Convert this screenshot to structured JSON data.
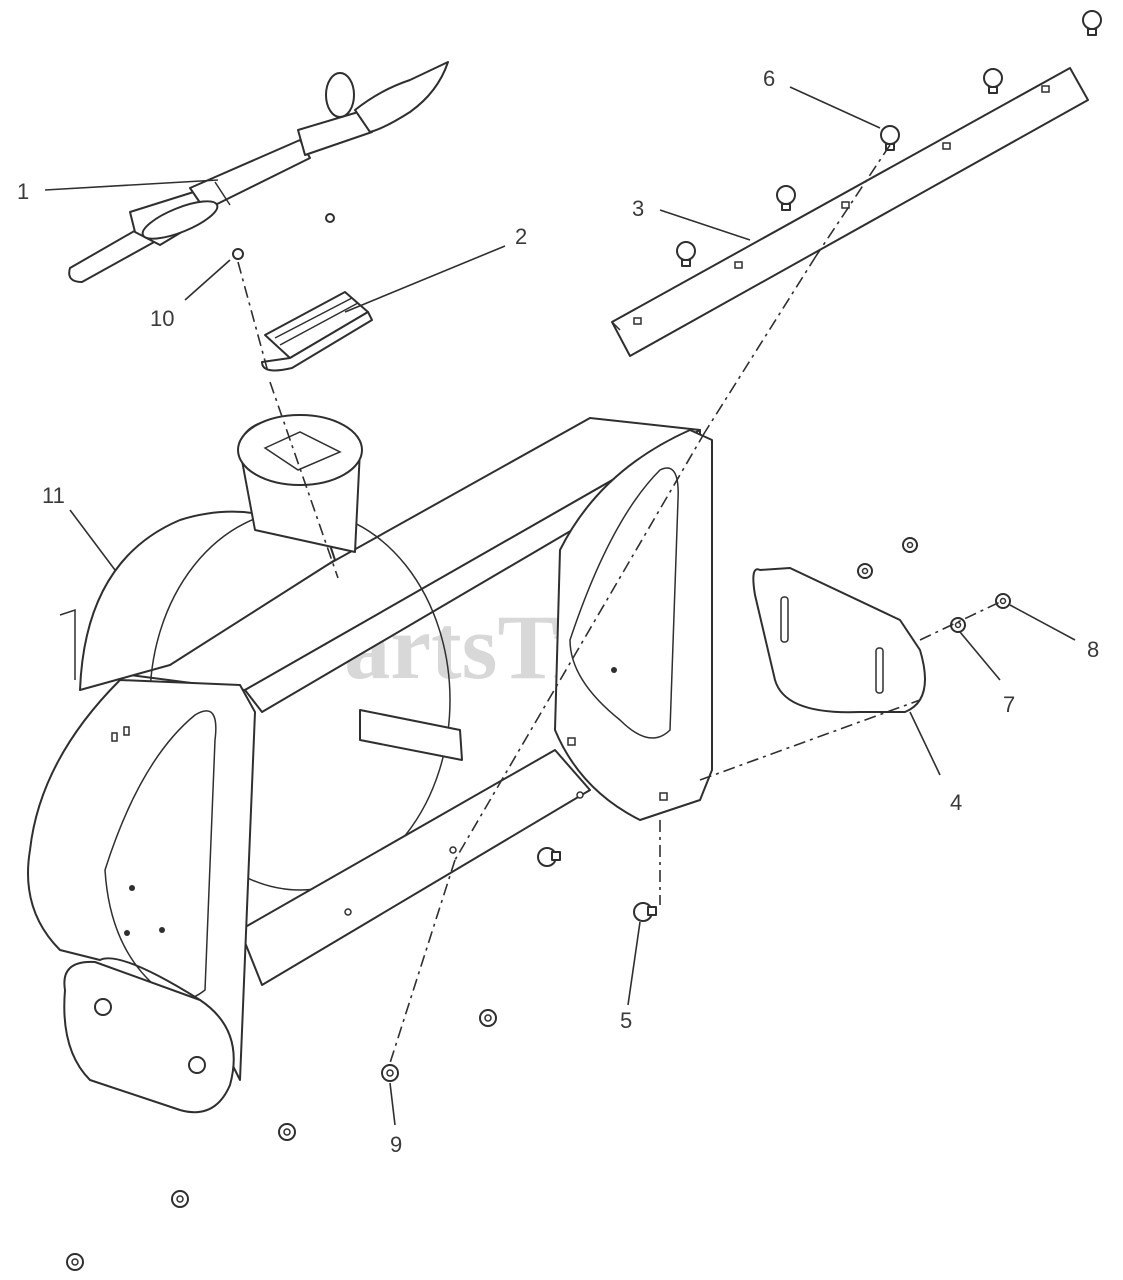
{
  "watermark": {
    "text": "PartsTree",
    "trademark": "™"
  },
  "callouts": [
    "1",
    "2",
    "3",
    "4",
    "5",
    "6",
    "7",
    "8",
    "9",
    "10",
    "11"
  ]
}
